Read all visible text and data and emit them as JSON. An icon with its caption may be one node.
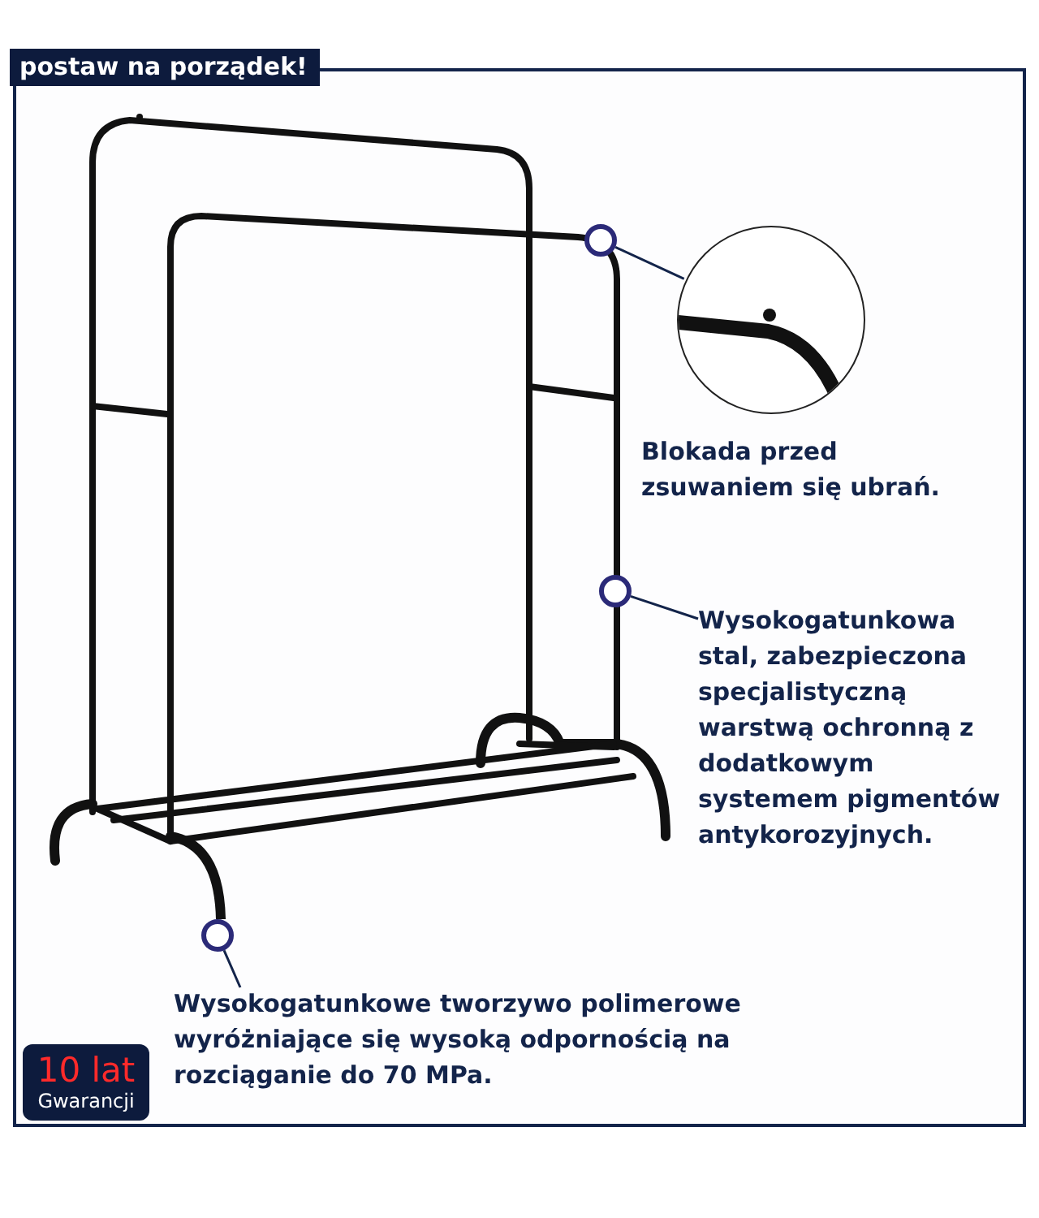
{
  "diagram": {
    "title": "postaw na porządek!",
    "nodes": [
      {
        "text": [],
        "shape": "circle"
      },
      {
        "text": [],
        "shape": "picture",
        "beside": [
          "Blokada przed zsuwaniem się ubrań."
        ]
      },
      {
        "text": [],
        "shape": "circle"
      },
      {
        "text": [
          "Wysokogatunkowa stal, zabezpieczona specjalistyczną warstwą ochronną z dodatkowym systemem pigmentów antykorozyjnych."
        ]
      },
      {
        "text": [],
        "shape": "circle"
      },
      {
        "text": [
          "Wysokogatunkowe tworzywo polimerowe wyróżniające się wysoką odpornością na rozciąganie do 70 MPa."
        ]
      },
      {
        "text": [
          "10 lat",
          "Gwarancji"
        ]
      }
    ],
    "edges": [
      {
        "from": 0,
        "to": 1,
        "arrow": "none"
      },
      {
        "from": 3,
        "to": 2,
        "arrow": "none"
      },
      {
        "from": 5,
        "to": 4,
        "arrow": "none"
      }
    ]
  }
}
